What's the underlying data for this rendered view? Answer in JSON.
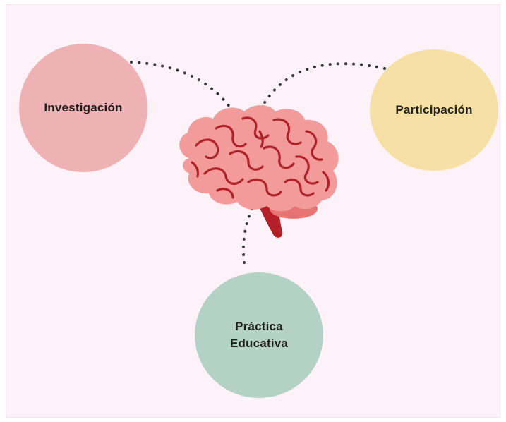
{
  "diagram": {
    "nodes": [
      {
        "id": "investigacion",
        "label": "Investigación",
        "color": "#efb2b4"
      },
      {
        "id": "participacion",
        "label": "Participación",
        "color": "#f7e0a5"
      },
      {
        "id": "practica",
        "label": "Práctica\nEducativa",
        "color": "#b3d1c4"
      }
    ],
    "center_icon": "brain-icon",
    "colors": {
      "background": "#fdf2f8",
      "connector": "#3a3a3a",
      "brain_main": "#f29b9a",
      "brain_lines": "#b0222a",
      "brain_stem": "#b42027",
      "cerebellum": "#e57473"
    }
  }
}
